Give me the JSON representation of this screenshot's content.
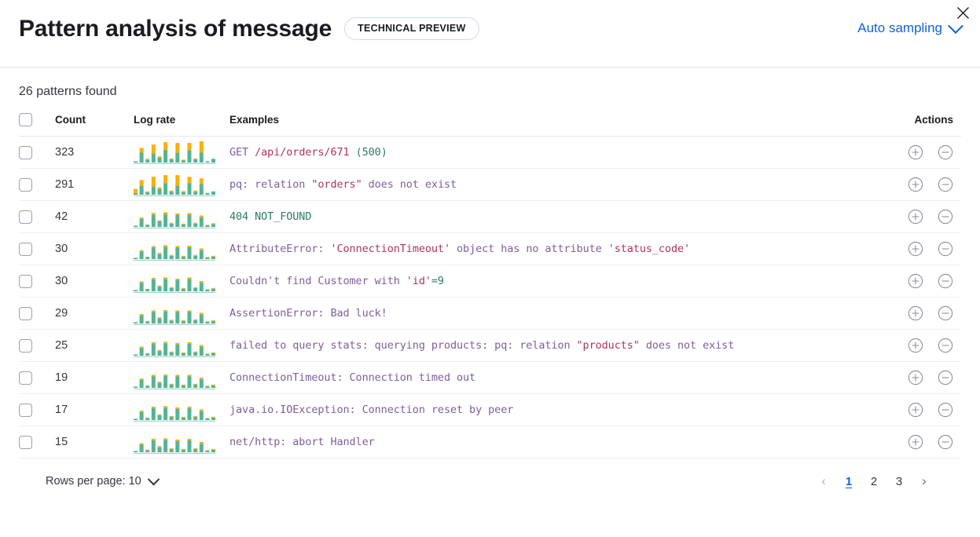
{
  "header": {
    "title": "Pattern analysis of message",
    "badge": "TECHNICAL PREVIEW",
    "sampling_label": "Auto sampling",
    "close_icon": "close-icon",
    "chevron_icon": "chevron-down-icon",
    "accent_color": "#0b64dd"
  },
  "summary": {
    "found_text": "26 patterns found"
  },
  "table": {
    "columns": {
      "select": "",
      "count": "Count",
      "log_rate": "Log rate",
      "examples": "Examples",
      "actions": "Actions"
    },
    "action_icons": {
      "add": "plus-circle-icon",
      "remove": "minus-circle-icon"
    },
    "rows": [
      {
        "count": "323",
        "example_plain": "GET /api/orders/671 (500)",
        "example_tokens": [
          {
            "text": "GET ",
            "type": "default"
          },
          {
            "text": "/api/orders/671",
            "type": "string"
          },
          {
            "text": " ",
            "type": "default"
          },
          {
            "text": "(500)",
            "type": "number"
          }
        ],
        "sparkline": {
          "teal": [
            3,
            24,
            7,
            22,
            12,
            31,
            8,
            24,
            5,
            30,
            8,
            24,
            3,
            9
          ],
          "orange": [
            0,
            12,
            2,
            22,
            3,
            19,
            2,
            24,
            2,
            18,
            2,
            28,
            0,
            0
          ]
        }
      },
      {
        "count": "291",
        "example_plain": "pq: relation \"orders\" does not exist",
        "example_tokens": [
          {
            "text": "pq: relation ",
            "type": "default"
          },
          {
            "text": "\"orders\"",
            "type": "string"
          },
          {
            "text": " does not exist",
            "type": "default"
          }
        ],
        "sparkline": {
          "teal": [
            4,
            22,
            6,
            20,
            14,
            28,
            7,
            22,
            6,
            28,
            7,
            26,
            4,
            8
          ],
          "orange": [
            10,
            14,
            2,
            24,
            4,
            20,
            3,
            26,
            3,
            16,
            3,
            14,
            0,
            0
          ]
        }
      },
      {
        "count": "42",
        "example_plain": "404 NOT_FOUND",
        "example_tokens": [
          {
            "text": "404 NOT_FOUND",
            "type": "number"
          }
        ],
        "sparkline": {
          "teal": [
            3,
            20,
            5,
            30,
            14,
            31,
            8,
            29,
            6,
            30,
            8,
            23,
            4,
            7
          ],
          "orange": [
            0,
            3,
            1,
            4,
            2,
            5,
            2,
            4,
            2,
            4,
            2,
            5,
            1,
            2
          ]
        }
      },
      {
        "count": "30",
        "example_plain": "AttributeError: 'ConnectionTimeout' object has no attribute 'status_code'",
        "example_tokens": [
          {
            "text": "AttributeError: ",
            "type": "default"
          },
          {
            "text": "'ConnectionTimeout'",
            "type": "string"
          },
          {
            "text": " object has no attribute ",
            "type": "default"
          },
          {
            "text": "'status_code'",
            "type": "string"
          }
        ],
        "sparkline": {
          "teal": [
            3,
            19,
            5,
            28,
            13,
            30,
            8,
            28,
            6,
            29,
            8,
            22,
            4,
            6
          ],
          "orange": [
            0,
            3,
            1,
            4,
            2,
            4,
            2,
            4,
            2,
            4,
            2,
            4,
            1,
            2
          ]
        }
      },
      {
        "count": "30",
        "example_plain": "Couldn't find Customer with 'id'=9",
        "example_tokens": [
          {
            "text": "Couldn't find Customer with ",
            "type": "default"
          },
          {
            "text": "'id'",
            "type": "string"
          },
          {
            "text": "=9",
            "type": "number"
          }
        ],
        "sparkline": {
          "teal": [
            3,
            21,
            5,
            29,
            12,
            30,
            8,
            27,
            6,
            30,
            8,
            21,
            4,
            6
          ],
          "orange": [
            0,
            3,
            1,
            4,
            2,
            4,
            2,
            4,
            2,
            4,
            2,
            4,
            1,
            2
          ]
        }
      },
      {
        "count": "29",
        "example_plain": "AssertionError: Bad luck!",
        "example_tokens": [
          {
            "text": "AssertionError: Bad luck!",
            "type": "default"
          }
        ],
        "sparkline": {
          "teal": [
            3,
            20,
            5,
            28,
            13,
            29,
            7,
            28,
            6,
            28,
            8,
            22,
            4,
            6
          ],
          "orange": [
            0,
            3,
            1,
            4,
            2,
            4,
            2,
            4,
            2,
            4,
            2,
            4,
            1,
            2
          ]
        }
      },
      {
        "count": "25",
        "example_plain": "failed to query stats: querying products: pq: relation \"products\" does not exist",
        "example_tokens": [
          {
            "text": "failed to query stats: querying products: pq: relation ",
            "type": "default"
          },
          {
            "text": "\"products\"",
            "type": "string"
          },
          {
            "text": " does not exist",
            "type": "default"
          }
        ],
        "sparkline": {
          "teal": [
            3,
            19,
            5,
            29,
            12,
            30,
            8,
            27,
            6,
            29,
            8,
            22,
            4,
            6
          ],
          "orange": [
            0,
            3,
            1,
            4,
            2,
            4,
            2,
            4,
            2,
            4,
            2,
            4,
            1,
            2
          ]
        }
      },
      {
        "count": "19",
        "example_plain": "ConnectionTimeout: Connection timed out",
        "example_tokens": [
          {
            "text": "ConnectionTimeout: Connection timed out",
            "type": "default"
          }
        ],
        "sparkline": {
          "teal": [
            3,
            20,
            5,
            28,
            13,
            29,
            8,
            28,
            6,
            28,
            8,
            21,
            4,
            6
          ],
          "orange": [
            0,
            3,
            1,
            4,
            2,
            4,
            2,
            4,
            2,
            4,
            2,
            4,
            1,
            2
          ]
        }
      },
      {
        "count": "17",
        "example_plain": "java.io.IOException: Connection reset by peer",
        "example_tokens": [
          {
            "text": "java.io.IOException: Connection reset by peer",
            "type": "default"
          }
        ],
        "sparkline": {
          "teal": [
            3,
            20,
            5,
            29,
            12,
            30,
            8,
            27,
            6,
            29,
            8,
            22,
            4,
            6
          ],
          "orange": [
            0,
            3,
            1,
            4,
            2,
            4,
            2,
            4,
            2,
            4,
            2,
            4,
            1,
            2
          ]
        }
      },
      {
        "count": "15",
        "example_plain": "net/http: abort Handler",
        "example_tokens": [
          {
            "text": "net/http: abort Handler",
            "type": "default"
          }
        ],
        "sparkline": {
          "teal": [
            3,
            19,
            5,
            29,
            13,
            30,
            8,
            27,
            6,
            29,
            8,
            21,
            4,
            6
          ],
          "orange": [
            0,
            3,
            1,
            4,
            2,
            4,
            2,
            4,
            2,
            4,
            2,
            4,
            1,
            2
          ]
        }
      }
    ]
  },
  "footer": {
    "rows_per_page_label": "Rows per page: 10",
    "pages": [
      "1",
      "2",
      "3"
    ],
    "active_page": "1",
    "prev_icon": "chevron-left-icon",
    "next_icon": "chevron-right-icon"
  },
  "colors": {
    "sparkline_teal": "#54b399",
    "sparkline_orange": "#fcaf06",
    "token_default": "#7c609e",
    "token_string": "#b0335e",
    "token_number": "#2a7d5f"
  }
}
